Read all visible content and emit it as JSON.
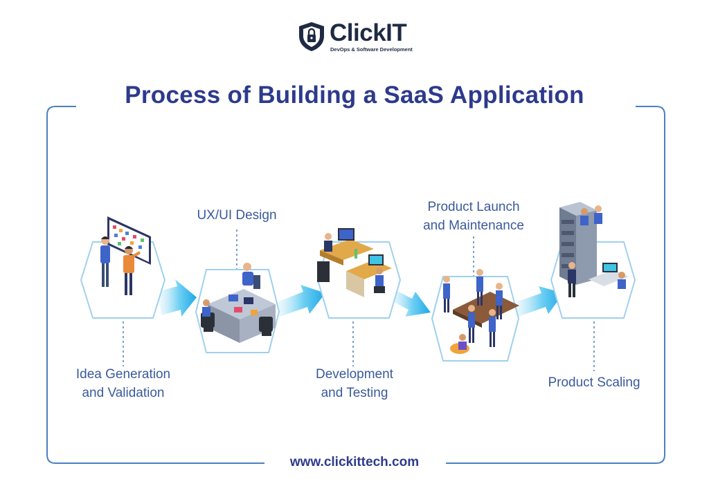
{
  "brand": {
    "name": "ClickIT",
    "tagline": "DevOps & Software Development"
  },
  "title": "Process of Building a SaaS Application",
  "stages": [
    {
      "line1": "Idea Generation",
      "line2": "and Validation",
      "icon": "idea-whiteboard-illustration"
    },
    {
      "line1": "UX/UI Design",
      "line2": "",
      "icon": "design-desk-illustration"
    },
    {
      "line1": "Development",
      "line2": "and Testing",
      "icon": "developer-workstation-illustration"
    },
    {
      "line1": "Product Launch",
      "line2": "and Maintenance",
      "icon": "team-meeting-illustration"
    },
    {
      "line1": "Product Scaling",
      "line2": "",
      "icon": "server-rack-illustration"
    }
  ],
  "footer": {
    "url": "www.clickittech.com"
  },
  "colors": {
    "navy": "#2d3a8c",
    "label_blue": "#3a5a9c",
    "frame_blue": "#4a7fc0",
    "arrow_cyan": "#2fb6ec",
    "hex_stroke": "#9fd0ee"
  }
}
